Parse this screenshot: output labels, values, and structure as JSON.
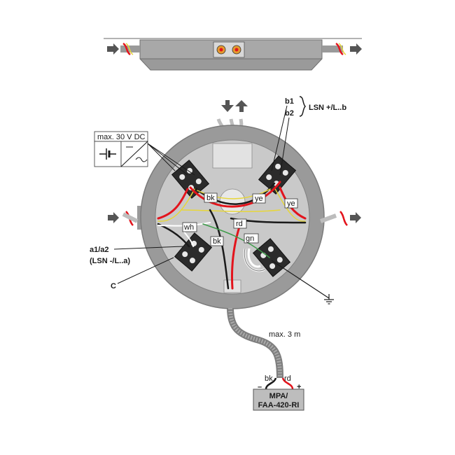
{
  "colors": {
    "housing": "#9a9a9a",
    "housing_dark": "#6f6f6f",
    "plate": "#c9c9c9",
    "wire_red": "#e3141c",
    "wire_black": "#1a1a1a",
    "wire_yellow": "#e7d63a",
    "wire_green": "#3e9b4a",
    "arrow": "#555555"
  },
  "labels": {
    "b1": "b1",
    "b2": "b2",
    "lsn_plus": "LSN +/L..b",
    "max_voltage": "max. 30 V DC",
    "a1a2": "a1/a2",
    "lsn_minus": "(LSN -/L..a)",
    "c": "C",
    "max_length": "max. 3 m",
    "device_line1": "MPA/",
    "device_line2": "FAA-420-RI",
    "plus": "+",
    "minus": "–"
  },
  "wire_tags": {
    "bk1": "bk",
    "ye1": "ye",
    "ye2": "ye",
    "wh": "wh",
    "rd": "rd",
    "bk2": "bk",
    "gn": "gn",
    "bk3": "bk",
    "rd3": "rd"
  },
  "icons": [
    "dc-voltage-icon",
    "ac-voltage-icon",
    "ground-icon",
    "cable-entry-arrow-icon"
  ]
}
